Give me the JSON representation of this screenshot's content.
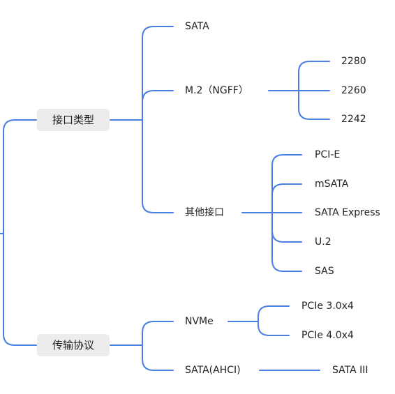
{
  "colors": {
    "line": "#4a7ee0",
    "box_bg": "#ececec",
    "text": "#222222"
  },
  "mindmap": {
    "interface": {
      "label": "接口类型",
      "sata": "SATA",
      "m2": {
        "label": "M.2（NGFF）",
        "children": [
          "2280",
          "2260",
          "2242"
        ]
      },
      "other": {
        "label": "其他接口",
        "children": [
          "PCI-E",
          "mSATA",
          "SATA Express",
          "U.2",
          "SAS"
        ]
      }
    },
    "protocol": {
      "label": "传输协议",
      "nvme": {
        "label": "NVMe",
        "children": [
          "PCIe 3.0x4",
          "PCIe 4.0x4"
        ]
      },
      "ahci": {
        "label": "SATA(AHCI)",
        "children": [
          "SATA III"
        ]
      }
    }
  }
}
